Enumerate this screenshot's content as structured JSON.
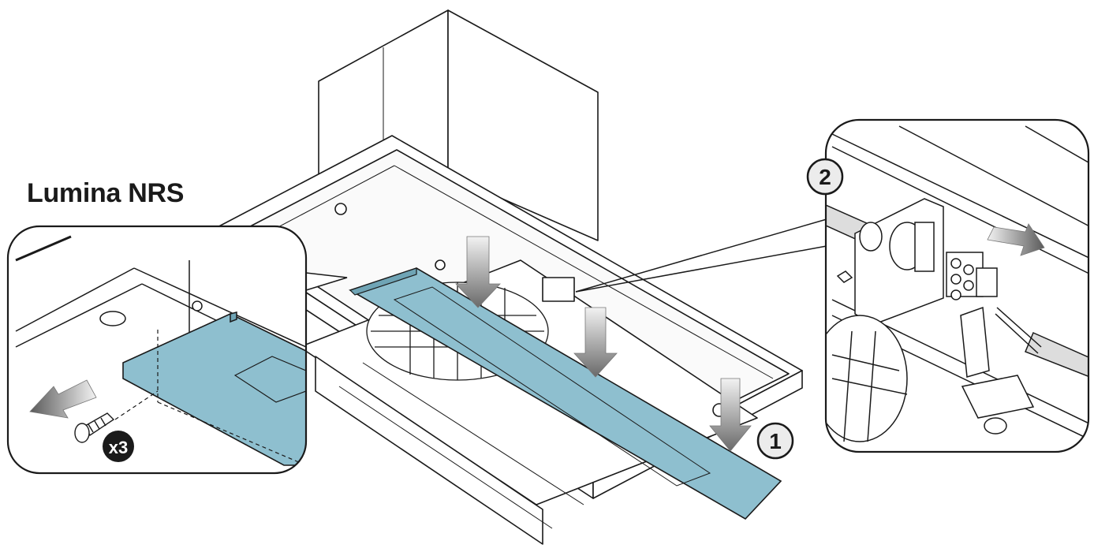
{
  "title": "Lumina NRS",
  "callouts": {
    "step_one": "1",
    "step_two": "2",
    "screw_qty": "x3"
  },
  "colors": {
    "panel_fill": "#8ebfcf",
    "line": "#1a1a1a",
    "arrow_gray": "#555555",
    "badge_fill": "#ececec",
    "qty_badge_fill": "#1a1a1a"
  },
  "icons": [
    "screw-icon",
    "pull-arrow-icon",
    "down-arrow-icon",
    "connector-icon"
  ]
}
